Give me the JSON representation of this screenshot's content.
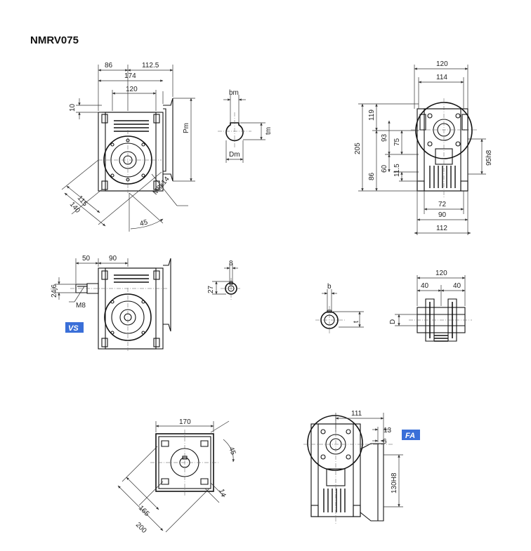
{
  "title": "NMRV075",
  "badges": {
    "vs": "VS",
    "fa": "FA"
  },
  "colors": {
    "badge": "#3a6fd8",
    "line": "#111111"
  },
  "dims": {
    "d86": "86",
    "d112_5": "112.5",
    "d174": "174",
    "d120a": "120",
    "d10": "10",
    "pm": "Pm",
    "m8x14": "M8x14",
    "d115": "115",
    "d140": "140",
    "d45a": "45",
    "bm": "bm",
    "tm": "tm",
    "dm": "Dm",
    "d120b": "120",
    "d114": "114",
    "d205": "205",
    "d119": "119",
    "d93": "93",
    "d75": "75",
    "d86b": "86",
    "d60": "60",
    "d11_5": "11.5",
    "d95h8": "95h8",
    "d72": "72",
    "d90": "90",
    "d112": "112",
    "d50": "50",
    "d90b": "90",
    "d24j6": "24j6",
    "m8": "M8",
    "d8": "8",
    "d27": "27",
    "b": "b",
    "t": "t",
    "d120c": "120",
    "d40a": "40",
    "d40b": "40",
    "D": "D",
    "d170": "170",
    "d45b": "45",
    "d165": "165",
    "d200": "200",
    "d14": "14",
    "d111": "111",
    "d13": "13",
    "d6": "6",
    "d130h8": "130H8"
  }
}
